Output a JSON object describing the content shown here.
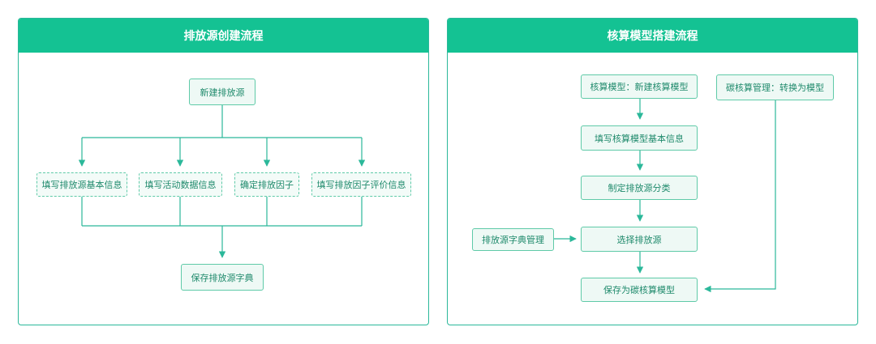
{
  "left_panel": {
    "title": "排放源创建流程",
    "nodes": {
      "create": "新建排放源",
      "basic_info": "填写排放源基本信息",
      "activity": "填写活动数据信息",
      "factor": "确定排放因子",
      "factor_eval": "填写排放因子评价信息",
      "save": "保存排放源字典"
    }
  },
  "right_panel": {
    "title": "核算模型搭建流程",
    "nodes": {
      "new_model": "核算模型：新建核算模型",
      "convert": "碳核算管理：转换为模型",
      "model_info": "填写核算模型基本信息",
      "classify": "制定排放源分类",
      "dict_manage": "排放源字典管理",
      "select": "选择排放源",
      "save_model": "保存为碳核算模型"
    }
  },
  "colors": {
    "accent": "#14c293",
    "line": "#2bb89a",
    "text": "#1f8a6c"
  }
}
